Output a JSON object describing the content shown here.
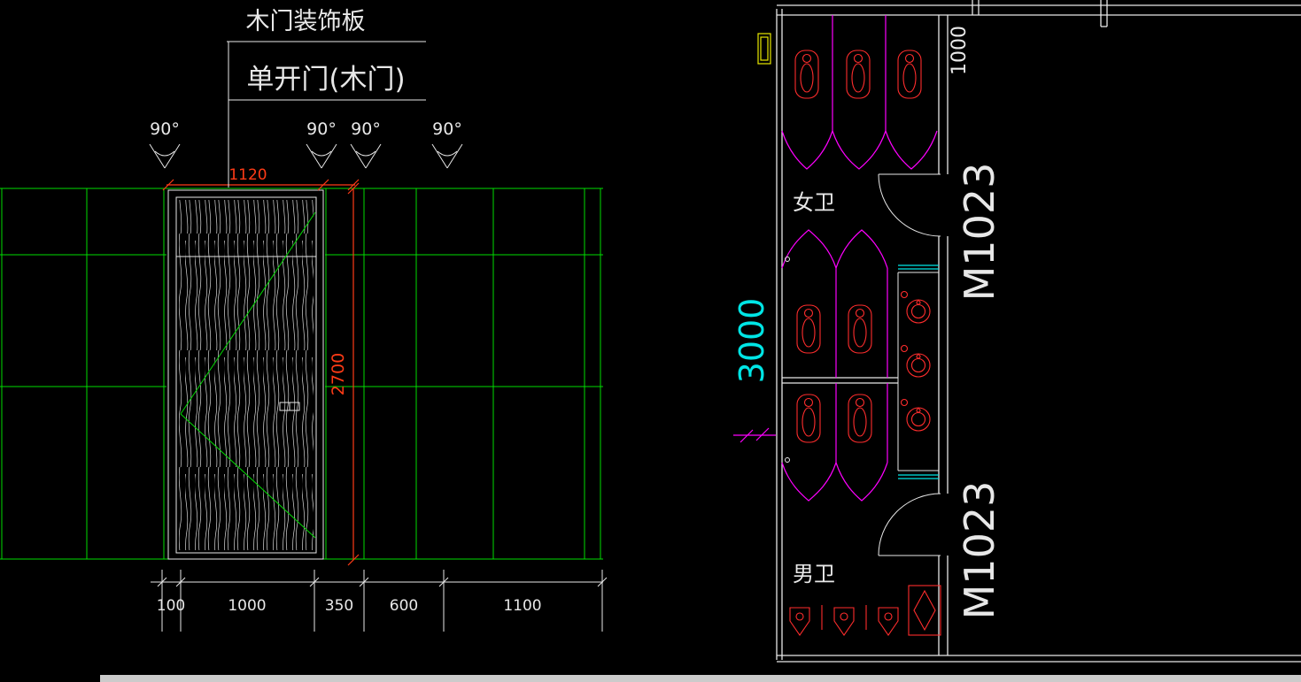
{
  "colors": {
    "background": "#000000",
    "wall_green": "#00dc00",
    "dimension_red": "#ff3b16",
    "fixture_red": "#ff2d2d",
    "partition_magenta": "#ff00ff",
    "accent_cyan": "#00e5e5",
    "accent_yellow": "#e8e800",
    "line_white": "#e8e8e8",
    "statusbar_gray": "#cbcbcb"
  },
  "elevation": {
    "title": "木门装饰板",
    "subtitle": "单开门(木门)",
    "angles": [
      "90°",
      "90°",
      "90°",
      "90°"
    ],
    "dim_width": "1120",
    "dim_height": "2700",
    "dims_bottom": [
      "100",
      "1000",
      "350",
      "600",
      "1100"
    ]
  },
  "plan": {
    "label_women": "女卫",
    "label_men": "男卫",
    "door_code_upper": "M1023",
    "door_code_lower": "M1023",
    "dim_top": "1000",
    "dim_left": "3000"
  }
}
